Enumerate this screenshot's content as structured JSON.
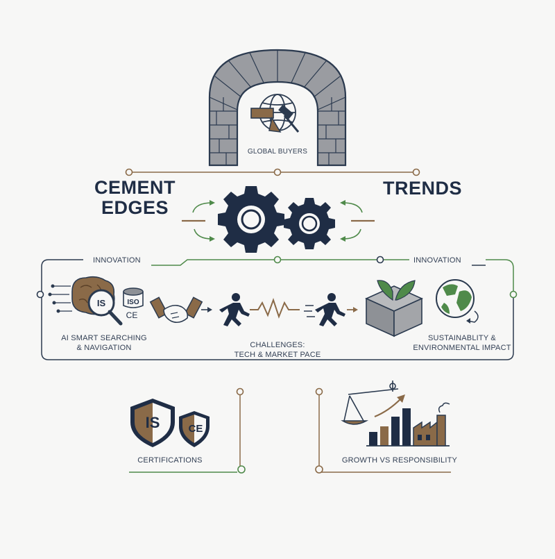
{
  "title": {
    "left_line1": "CEMENT",
    "left_line2": "EDGES",
    "right": "TRENDS"
  },
  "arch": {
    "label": "GLOBAL BUYERS"
  },
  "innovation": {
    "left_label": "INNOVATION",
    "right_label": "INNOVATION"
  },
  "sections": {
    "ai_line1": "AI SMART SEARCHING",
    "ai_line2": "& NAVIGATION",
    "challenges_line1": "CHALLENGES:",
    "challenges_line2": "TECH & MARKET PACE",
    "sustain_line1": "SUSTAINABLITY &",
    "sustain_line2": "ENVIRONMENTAL IMPACT",
    "certifications": "CERTIFICATIONS",
    "growth": "GROWTH VS RESPONSIBILITY"
  },
  "badges": {
    "is": "IS",
    "iso": "ISO",
    "ce": "CE",
    "shield_is": "IS",
    "shield_ce": "CE"
  },
  "colors": {
    "navy": "#1f2d45",
    "brown": "#8a6a48",
    "green": "#4f8a4a",
    "stone": "#8e9196",
    "line": "#2b3a4f"
  },
  "icons": [
    "brick-arch-icon",
    "globe-icon",
    "hammer-trowel-icon",
    "gears-icon",
    "brain-icon",
    "magnifier-icon",
    "iso-barrel-icon",
    "handshake-icon",
    "runner-icon",
    "leaf-block-icon",
    "earth-icon",
    "shield-icon",
    "scales-icon",
    "factory-icon",
    "bar-chart-icon"
  ]
}
